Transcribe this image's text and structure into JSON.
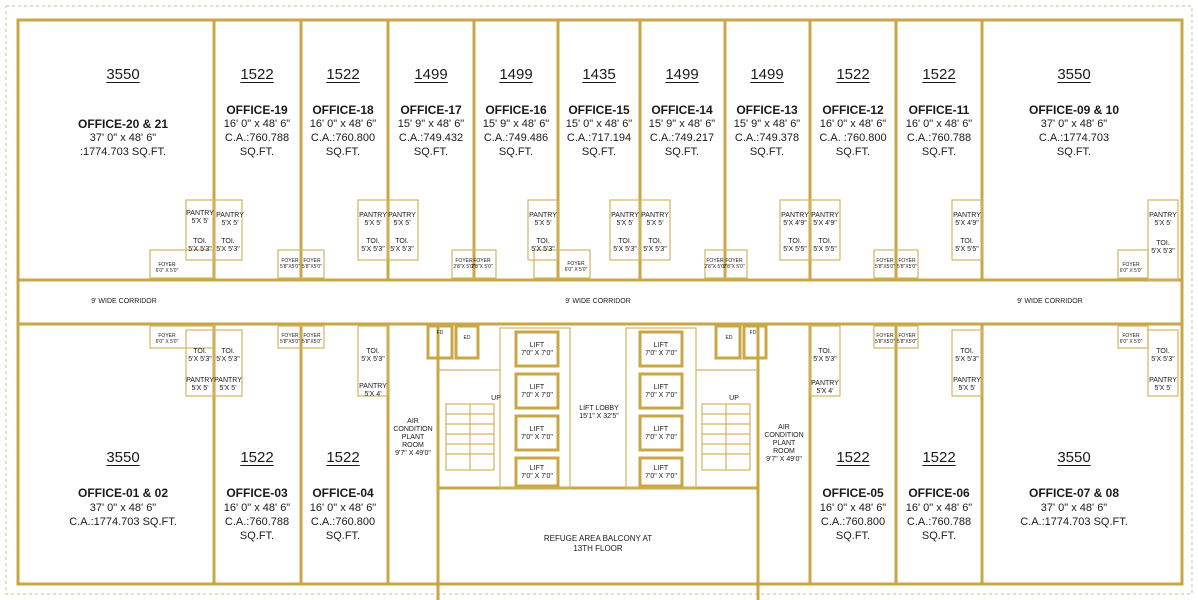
{
  "offices_top": [
    {
      "area": "3550",
      "name": "OFFICE-20 & 21",
      "dims": "37' 0\" x 48' 6\"",
      "ca": ":1774.703 SQ.FT.",
      "unit": ""
    },
    {
      "area": "1522",
      "name": "OFFICE-19",
      "dims": "16' 0\" x 48' 6\"",
      "ca": "C.A.:760.788",
      "unit": "SQ.FT."
    },
    {
      "area": "1522",
      "name": "OFFICE-18",
      "dims": "16' 0\" x 48' 6\"",
      "ca": "C.A.:760.800",
      "unit": "SQ.FT."
    },
    {
      "area": "1499",
      "name": "OFFICE-17",
      "dims": "15' 9\" x 48' 6\"",
      "ca": "C.A.:749.432",
      "unit": "SQ.FT."
    },
    {
      "area": "1499",
      "name": "OFFICE-16",
      "dims": "15' 9\" x 48' 6\"",
      "ca": "C.A.:749.486",
      "unit": "SQ.FT."
    },
    {
      "area": "1435",
      "name": "OFFICE-15",
      "dims": "15' 0\" x 48' 6\"",
      "ca": "C.A.:717.194",
      "unit": "SQ.FT."
    },
    {
      "area": "1499",
      "name": "OFFICE-14",
      "dims": "15' 9\" x 48' 6\"",
      "ca": "C.A.:749.217",
      "unit": "SQ.FT."
    },
    {
      "area": "1499",
      "name": "OFFICE-13",
      "dims": "15' 9\" x 48' 6\"",
      "ca": "C.A.:749.378",
      "unit": "SQ.FT."
    },
    {
      "area": "1522",
      "name": "OFFICE-12",
      "dims": "16' 0\" x 48' 6\"",
      "ca": "C.A. :760.800",
      "unit": "SQ.FT."
    },
    {
      "area": "1522",
      "name": "OFFICE-11",
      "dims": "16' 0\" x 48' 6\"",
      "ca": "C.A.:760.788",
      "unit": "SQ.FT."
    },
    {
      "area": "3550",
      "name": "OFFICE-09 & 10",
      "dims": "37' 0\" x 48' 6\"",
      "ca": "C.A.:1774.703",
      "unit": "SQ.FT."
    }
  ],
  "offices_bottom": [
    {
      "area": "3550",
      "name": "OFFICE-01 & 02",
      "dims": "37' 0\" x 48' 6\"",
      "ca": "C.A.:1774.703 SQ.FT.",
      "unit": ""
    },
    {
      "area": "1522",
      "name": "OFFICE-03",
      "dims": "16' 0\" x 48' 6\"",
      "ca": "C.A.:760.788",
      "unit": "SQ.FT."
    },
    {
      "area": "1522",
      "name": "OFFICE-04",
      "dims": "16' 0\" x 48' 6\"",
      "ca": "C.A.:760.800",
      "unit": "SQ.FT."
    },
    {
      "area": "1522",
      "name": "OFFICE-05",
      "dims": "16' 0\" x 48' 6\"",
      "ca": "C.A.:760.800",
      "unit": "SQ.FT."
    },
    {
      "area": "1522",
      "name": "OFFICE-06",
      "dims": "16' 0\" x 48' 6\"",
      "ca": "C.A.:760.788",
      "unit": "SQ.FT."
    },
    {
      "area": "3550",
      "name": "OFFICE-07 & 08",
      "dims": "37' 0\" x 48' 6\"",
      "ca": "C.A.:1774.703 SQ.FT.",
      "unit": ""
    }
  ],
  "corridor": {
    "left": "9' WIDE CORRIDOR",
    "center": "9' WIDE CORRIDOR",
    "right": "9' WIDE CORRIDOR"
  },
  "lift": {
    "name": "LIFT",
    "size": "7'0\" X 7'0\""
  },
  "lobby": {
    "name": "LIFT LOBBY",
    "size": "15'1\" X 32'5\""
  },
  "stair_up": "UP",
  "fd": "FD",
  "ed": "ED",
  "ac": {
    "line1": "AIR",
    "line2": "CONDITION",
    "line3": "PLANT",
    "line4": "ROOM",
    "size": "9'7\" X 49'0\""
  },
  "balcony": {
    "line1": "REFUGE AREA BALCONY AT",
    "line2": "13TH FLOOR"
  },
  "pantry": "PANTRY",
  "toilet": "TOI.",
  "foyer": "FOYER",
  "fixtures": {
    "p55": "5'X 5'",
    "p54": "5'X 4'",
    "p549": "5'X 4'9\"",
    "t553": "5'X 5'3\"",
    "t555": "5'X 5'5\"",
    "f60": "6'0\" X 5'0\"",
    "f58": "5'8\"X5'0\"",
    "f28": "2'8\"X 5'0\""
  }
}
